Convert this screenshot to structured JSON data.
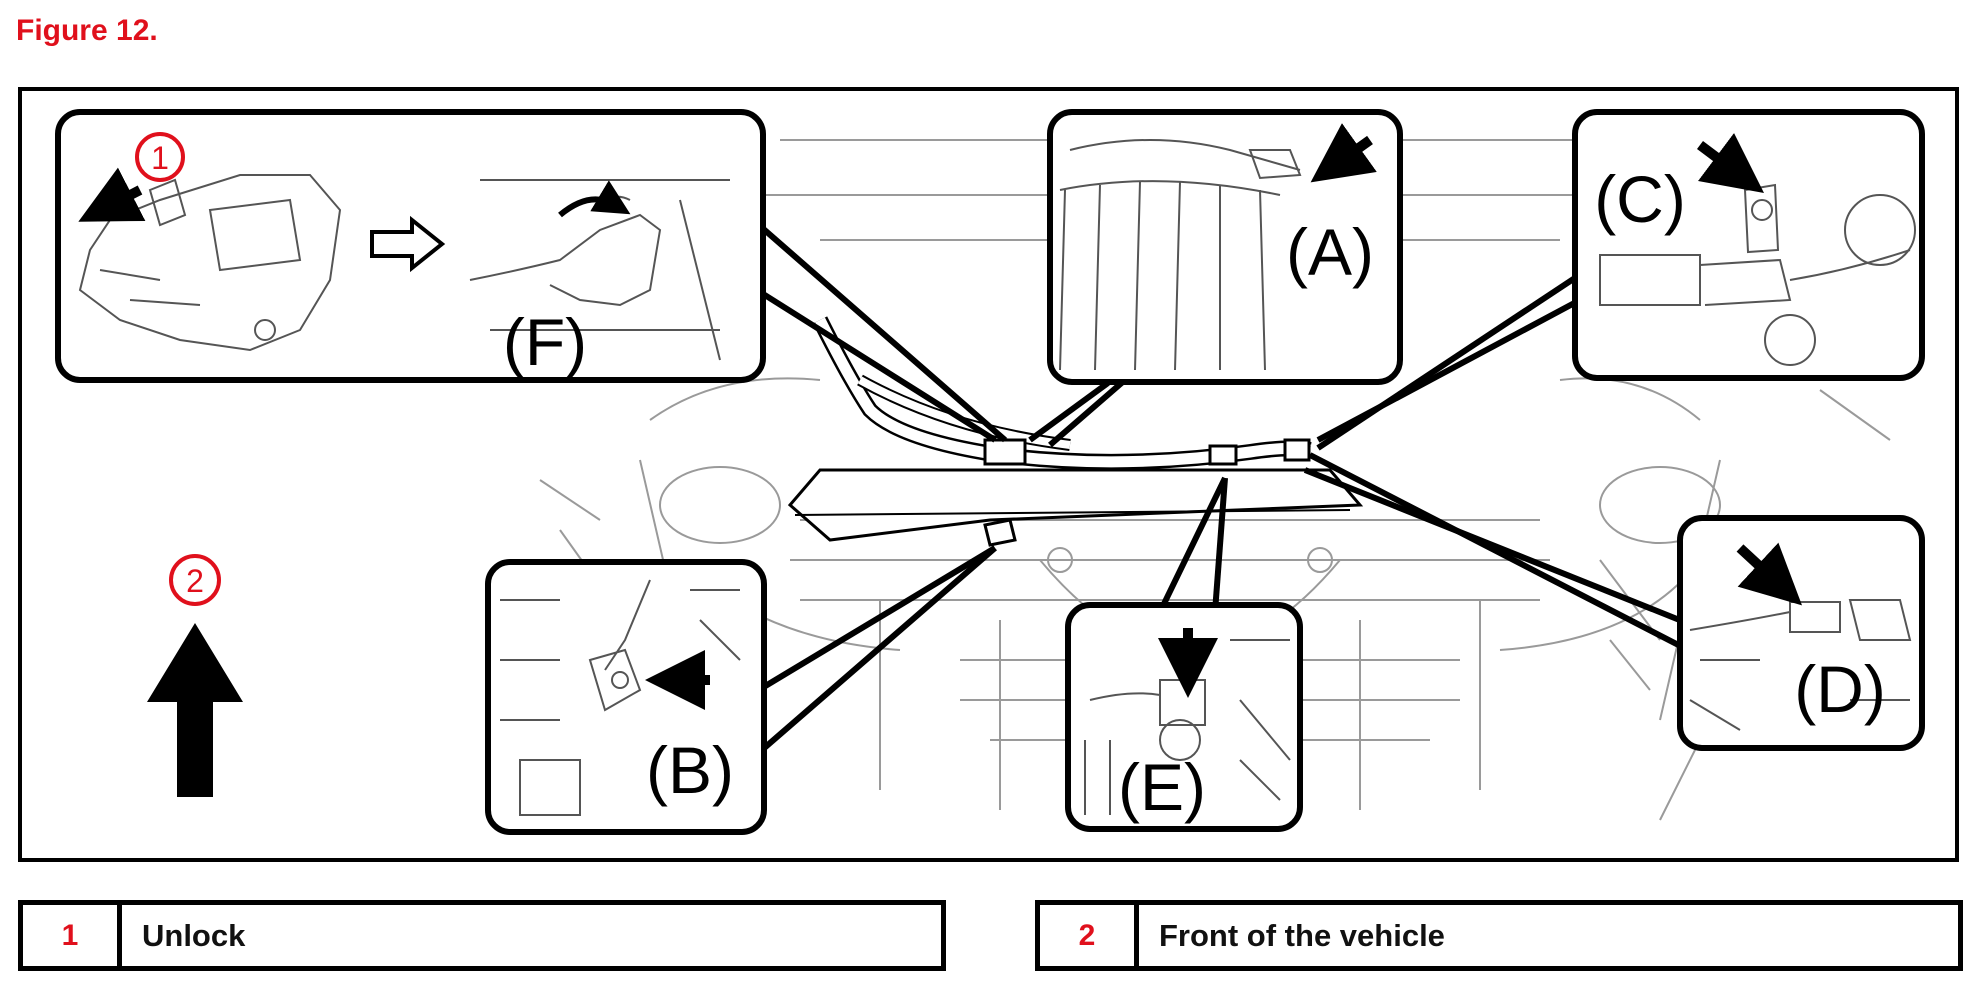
{
  "figure": {
    "title": "Figure 12.",
    "callouts": {
      "A": "(A)",
      "B": "(B)",
      "C": "(C)",
      "D": "(D)",
      "E": "(E)",
      "F": "(F)"
    },
    "markers": {
      "unlock": "1",
      "front": "2"
    }
  },
  "legend": [
    {
      "number": "1",
      "text": "Unlock"
    },
    {
      "number": "2",
      "text": "Front of the vehicle"
    }
  ],
  "colors": {
    "accent": "#e0101c",
    "line": "#000000",
    "sketch": "#9a9a9a"
  }
}
